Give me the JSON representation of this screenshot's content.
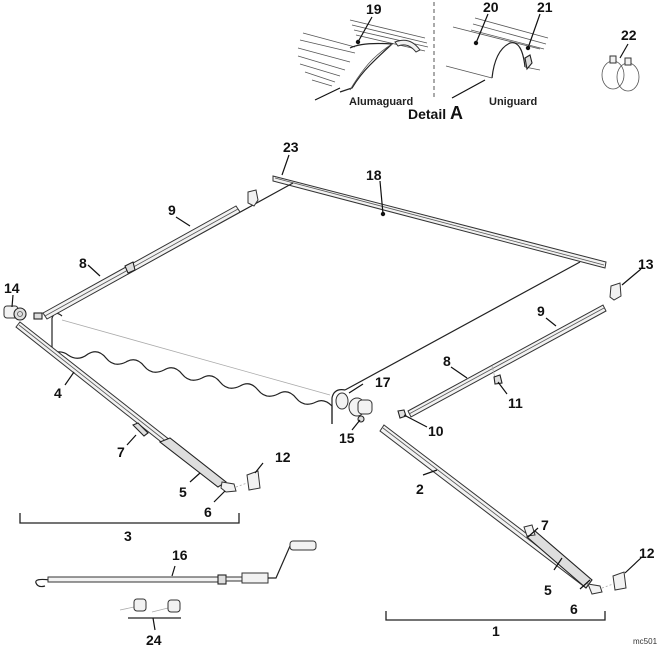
{
  "diagram": {
    "type": "exploded-parts-view",
    "subject": "RV awning assembly",
    "figure_id": "mc501",
    "detail": {
      "title": "Detail",
      "letter": "A",
      "variants": [
        {
          "name": "Alumaguard",
          "callout": "19"
        },
        {
          "name": "Uniguard",
          "callouts": [
            "20",
            "21"
          ]
        }
      ]
    },
    "callouts": {
      "c1": "1",
      "c2": "2",
      "c3": "3",
      "c4": "4",
      "c5a": "5",
      "c5b": "5",
      "c6a": "6",
      "c6b": "6",
      "c7a": "7",
      "c7b": "7",
      "c8a": "8",
      "c8b": "8",
      "c9a": "9",
      "c9b": "9",
      "c10": "10",
      "c11": "11",
      "c12a": "12",
      "c12b": "12",
      "c13": "13",
      "c14": "14",
      "c15": "15",
      "c16": "16",
      "c17": "17",
      "c18": "18",
      "c19": "19",
      "c20": "20",
      "c21": "21",
      "c22": "22",
      "c23": "23",
      "c24": "24"
    },
    "labels": {
      "alumaguard": "Alumaguard",
      "uniguard": "Uniguard",
      "detail": "Detail",
      "detail_letter": "A",
      "figure_id": "mc501"
    }
  }
}
